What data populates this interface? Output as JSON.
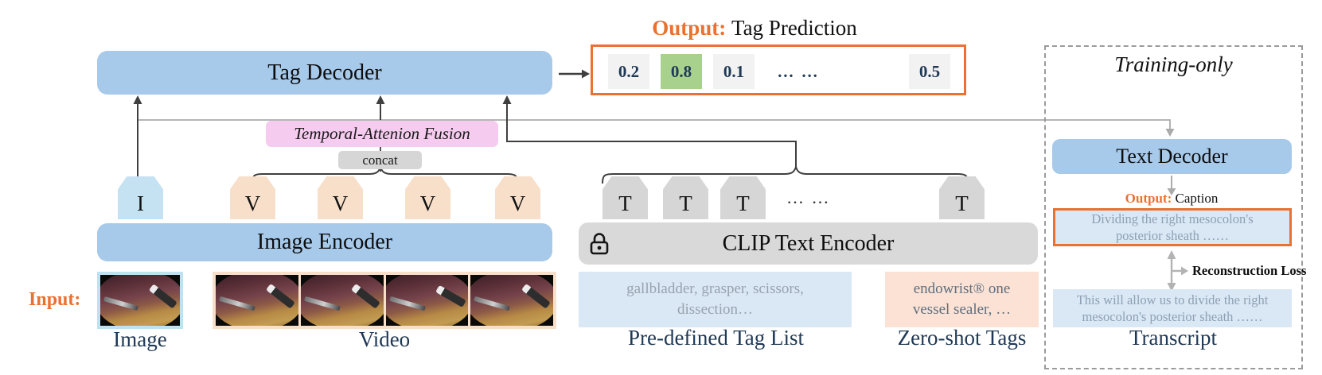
{
  "palette": {
    "accent_orange": "#E97132",
    "encoder_blue": "#A7C9EA",
    "token_blue": "#C5E2F3",
    "token_peach": "#F8DFC9",
    "token_gray": "#D6D6D6",
    "fusion_pink": "#F5CBEF",
    "clip_gray": "#D9D9D9",
    "cell_green": "#A9D18E",
    "cell_gray": "#F2F2F2",
    "panel_blue": "#DAE8F6",
    "panel_peach": "#FBE2D5",
    "label_navy": "#1F3855"
  },
  "input": {
    "label": "Input:",
    "image_caption": "Image",
    "video_caption": "Video"
  },
  "encoders": {
    "image": "Image Encoder",
    "clip": "CLIP Text Encoder"
  },
  "fusion": {
    "label": "Temporal-Attenion Fusion",
    "concat": "concat"
  },
  "tokens": {
    "image": "I",
    "video": [
      "V",
      "V",
      "V",
      "V"
    ],
    "text": [
      "T",
      "T",
      "T"
    ],
    "text_last": "T",
    "ellipsis": "… …"
  },
  "tag_decoder": {
    "label": "Tag Decoder"
  },
  "prediction": {
    "prefix": "Output:",
    "title": "Tag Prediction",
    "cells": [
      "0.2",
      "0.8",
      "0.1",
      "… …",
      "0.5"
    ],
    "highlighted_value": "0.8"
  },
  "tag_lists": {
    "predefined": {
      "lines": [
        "gallbladder, grasper, scissors,",
        "dissection…"
      ],
      "caption": "Pre-defined Tag List"
    },
    "zero_shot": {
      "lines": [
        "endowrist® one",
        "vessel sealer, …"
      ],
      "caption": "Zero-shot Tags"
    }
  },
  "training": {
    "title": "Training-only",
    "text_decoder": "Text Decoder",
    "output_prefix": "Output:",
    "output_type": "Caption",
    "caption_lines": [
      "Dividing the right mesocolon's",
      "posterior sheath ……"
    ],
    "loss_label": "Reconstruction Loss",
    "transcript_lines": [
      "This will allow us to divide the right",
      "mesocolon's posterior sheath ……"
    ],
    "caption": "Transcript"
  }
}
